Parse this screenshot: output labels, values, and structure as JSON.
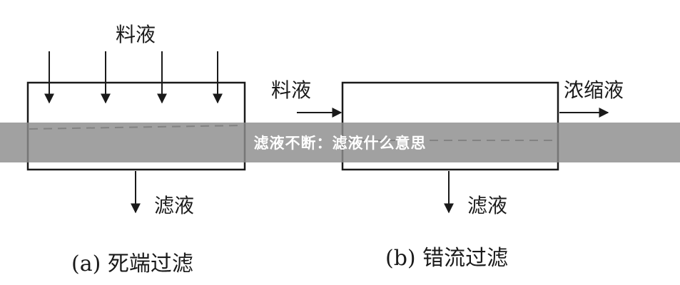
{
  "diagram": {
    "left": {
      "feed_label": "料液",
      "filtrate_label": "滤液",
      "caption": "(a) 死端过滤"
    },
    "right": {
      "feed_label": "料液",
      "concentrate_label": "浓缩液",
      "filtrate_label": "滤液",
      "caption": "(b) 错流过滤"
    }
  },
  "banner": {
    "title": "滤液不断：滤液什么意思"
  },
  "colors": {
    "line": "#1a1a1a",
    "dash": "#555555",
    "banner_bg": "#8c8c8c",
    "banner_text": "#ffffff"
  }
}
